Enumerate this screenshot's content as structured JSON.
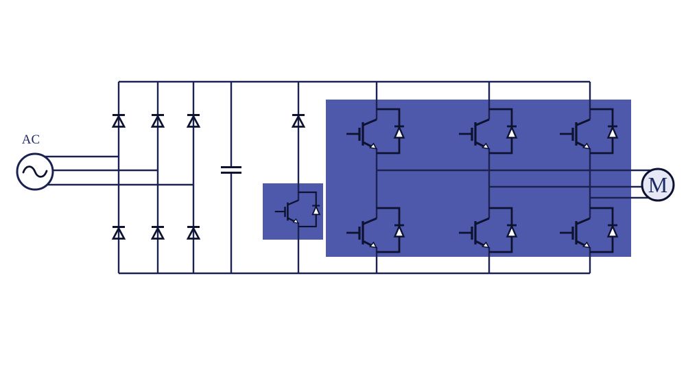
{
  "diagram": {
    "type": "power-converter-circuit-schematic",
    "labels": {
      "ac_source": "AC",
      "motor": "M"
    },
    "colors": {
      "background": "#ffffff",
      "wire": "#1b2252",
      "symbol": "#0d1230",
      "highlight_box": "#4f59ab",
      "motor_fill": "#e6e9f5",
      "label_text": "#1d2a63"
    },
    "components": {
      "ac_source_lines": 3,
      "rectifier_diodes": 6,
      "dc_link_capacitor": 1,
      "brake_branch_diode": 1,
      "chopper_igbt": 1,
      "inverter_igbts": 6,
      "motor_lines": 3,
      "highlighted_sections": 2
    }
  }
}
